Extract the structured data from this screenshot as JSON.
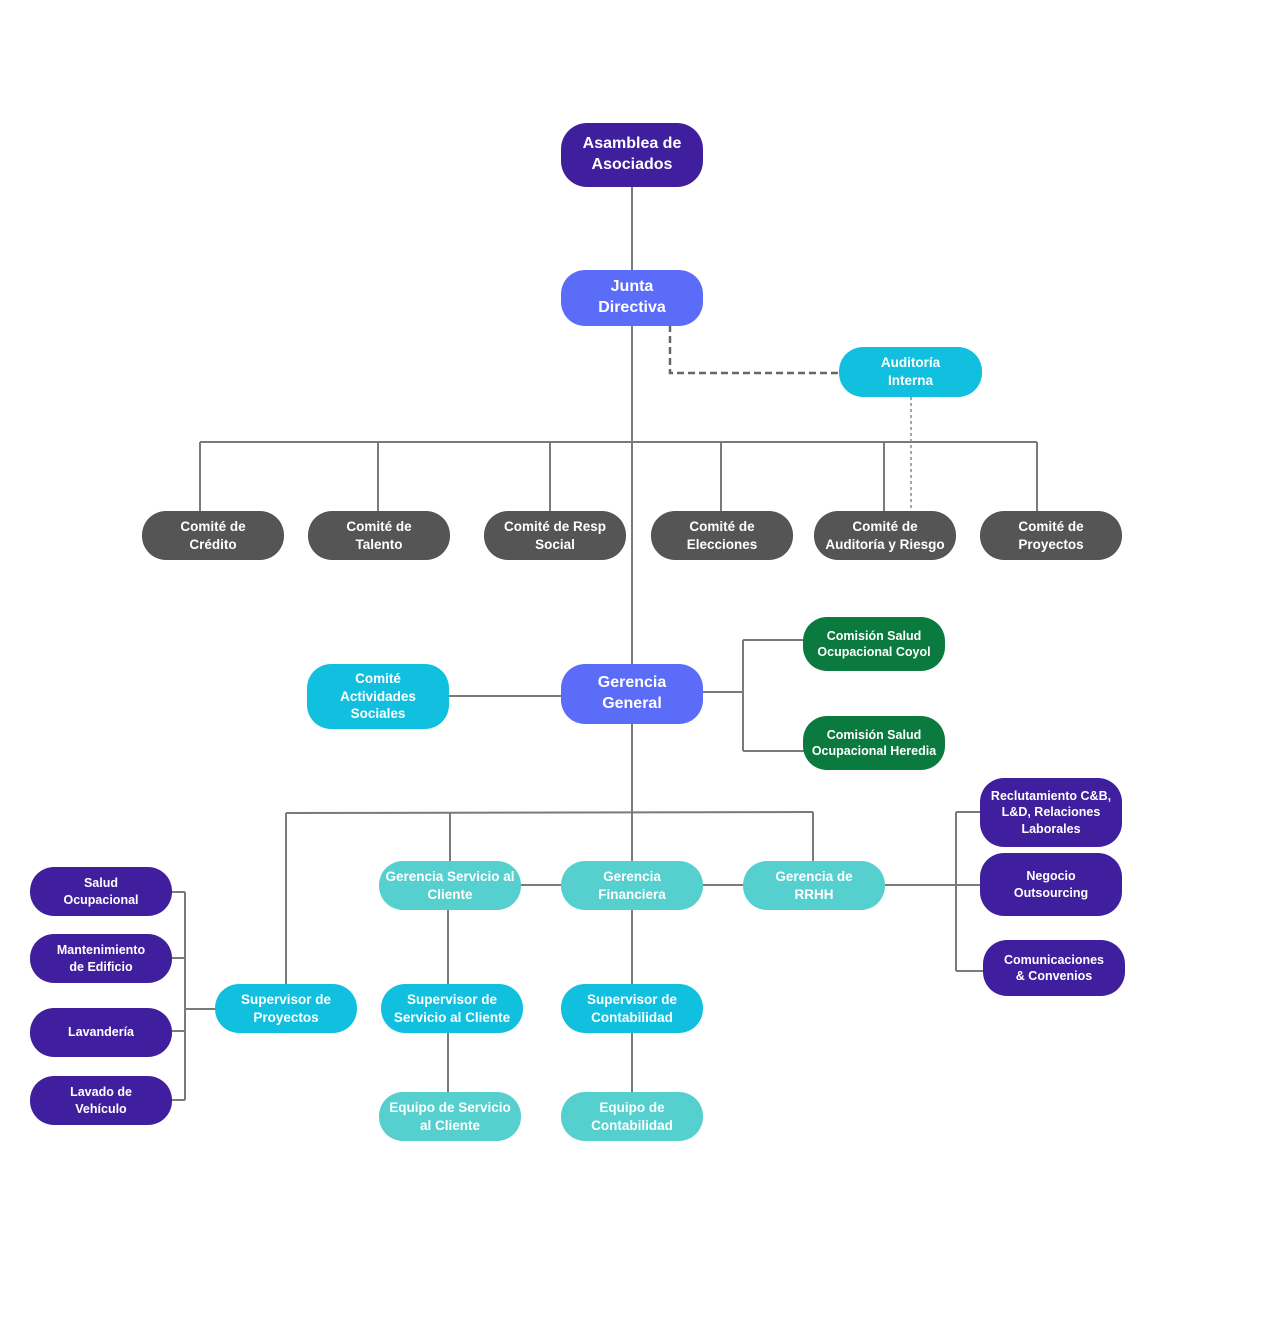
{
  "nodes": {
    "asamblea": "Asamblea de\nAsociados",
    "junta": "Junta\nDirectiva",
    "auditoria_interna": "Auditoría\nInterna",
    "comite_credito": "Comité de\nCrédito",
    "comite_talento": "Comité de\nTalento",
    "comite_resp_social": "Comité de Resp\nSocial",
    "comite_elecciones": "Comité de\nElecciones",
    "comite_auditoria_riesgo": "Comité de\nAuditoría y Riesgo",
    "comite_proyectos": "Comité de\nProyectos",
    "comite_actividades": "Comité\nActividades\nSociales",
    "gerencia_general": "Gerencia\nGeneral",
    "comision_coyol": "Comisión Salud\nOcupacional Coyol",
    "comision_heredia": "Comisión Salud\nOcupacional Heredia",
    "reclutamiento": "Reclutamiento C&B,\nL&D, Relaciones\nLaborales",
    "negocio_outsourcing": "Negocio\nOutsourcing",
    "comunicaciones": "Comunicaciones\n& Convenios",
    "gerencia_servicio": "Gerencia Servicio al\nCliente",
    "gerencia_financiera": "Gerencia\nFinanciera",
    "gerencia_rrhh": "Gerencia de\nRRHH",
    "salud_ocupacional": "Salud\nOcupacional",
    "mantenimiento": "Mantenimiento\nde Edificio",
    "lavanderia": "Lavandería",
    "lavado_vehiculo": "Lavado de\nVehículo",
    "supervisor_proyectos": "Supervisor de\nProyectos",
    "supervisor_servicio": "Supervisor de\nServicio al Cliente",
    "supervisor_contabilidad": "Supervisor de\nContabilidad",
    "equipo_servicio": "Equipo de Servicio\nal Cliente",
    "equipo_contabilidad": "Equipo de\nContabilidad"
  },
  "colors": {
    "indigo": "#3f1f9e",
    "blue": "#5b6cf9",
    "cyan": "#11c0df",
    "gray": "#555555",
    "green": "#0b7a3f",
    "teal": "#56d0cf",
    "connector": "#777777"
  }
}
